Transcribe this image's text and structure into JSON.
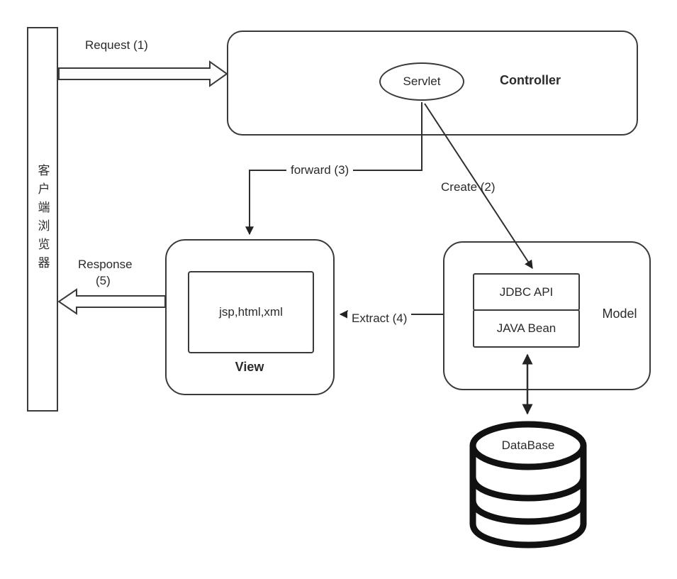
{
  "diagram": {
    "client_label": "客户端浏览器",
    "controller_label": "Controller",
    "servlet_label": "Servlet",
    "view_label": "View",
    "view_content": "jsp,html,xml",
    "model_label": "Model",
    "jdbc_label": "JDBC API",
    "bean_label": "JAVA Bean",
    "database_label": "DataBase",
    "edges": {
      "request": "Request (1)",
      "create": "Create (2)",
      "forward": "forward (3)",
      "extract": "Extract (4)",
      "response": "Response",
      "response_step": "(5)"
    }
  }
}
